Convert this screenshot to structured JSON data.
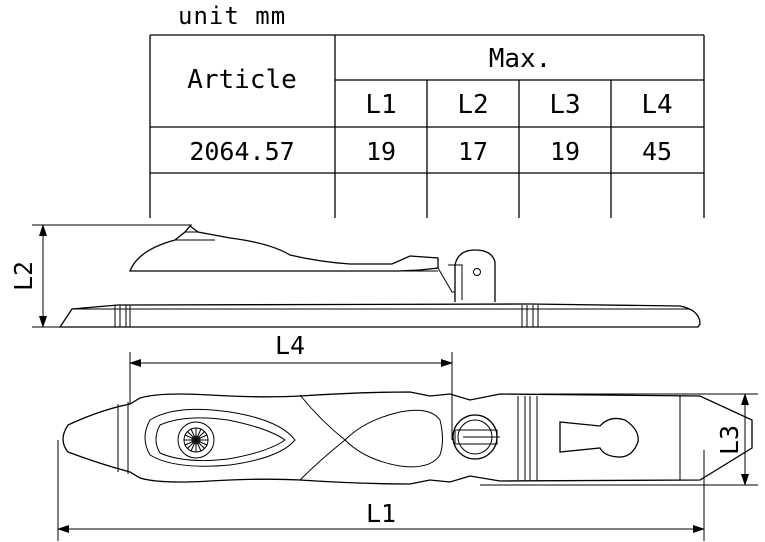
{
  "unit_note": "unit mm",
  "table": {
    "article_header": "Article",
    "group_header": "Max.",
    "columns": [
      "L1",
      "L2",
      "L3",
      "L4"
    ],
    "rows": [
      {
        "article": "2064.57",
        "values": [
          "19",
          "17",
          "19",
          "45"
        ]
      }
    ]
  },
  "dimensions": {
    "l1": "L1",
    "l2": "L2",
    "l3": "L3",
    "l4": "L4"
  }
}
